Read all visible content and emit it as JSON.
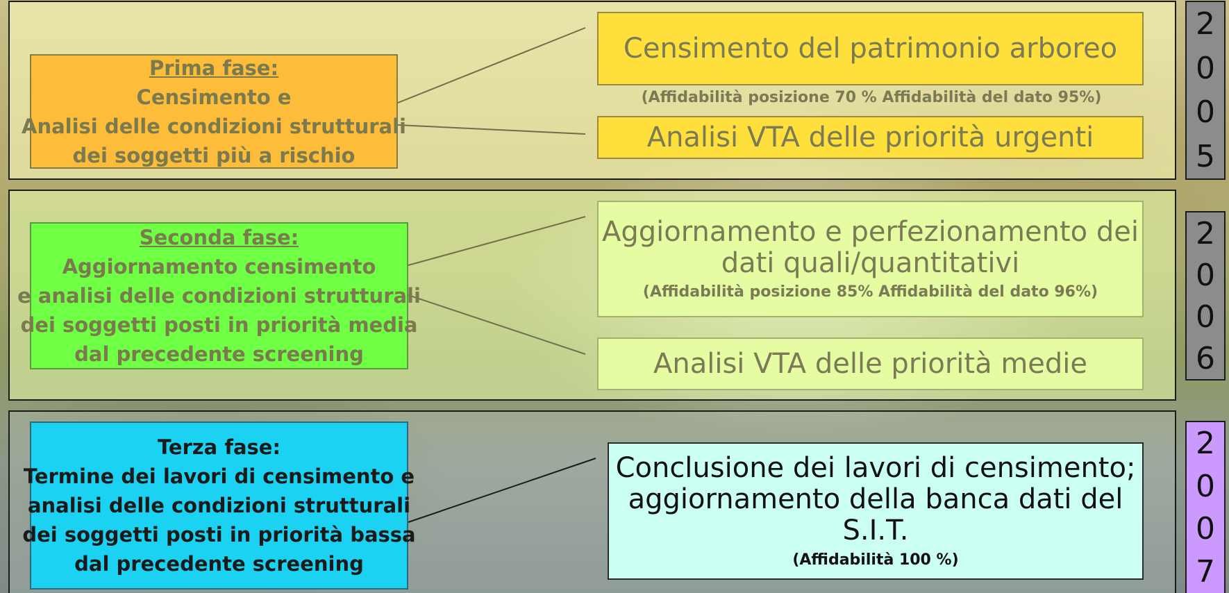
{
  "phases": [
    {
      "title": "Prima fase:",
      "lines": [
        "Censimento e",
        "Analisi delle condizioni strutturali",
        "dei soggetti più a rischio"
      ],
      "year_digits": [
        "2",
        "0",
        "0",
        "5"
      ],
      "outputs": [
        {
          "text": "Censimento del patrimonio arboreo"
        },
        {
          "text": "Analisi VTA delle priorità urgenti"
        }
      ],
      "note": "(Affidabilità posizione 70 % Affidabilità del dato 95%)"
    },
    {
      "title": "Seconda fase:",
      "lines": [
        "Aggiornamento censimento",
        "e analisi delle condizioni strutturali",
        "dei soggetti posti in priorità media",
        "dal precedente screening"
      ],
      "year_digits": [
        "2",
        "0",
        "0",
        "6"
      ],
      "outputs": [
        {
          "text": "Aggiornamento e perfezionamento dei dati quali/quantitativi",
          "note": "(Affidabilità posizione 85% Affidabilità del dato 96%)"
        },
        {
          "text": "Analisi VTA delle priorità medie"
        }
      ]
    },
    {
      "title": "Terza fase:",
      "lines": [
        "Termine dei lavori di censimento e",
        "analisi delle condizioni strutturali",
        "dei soggetti posti in priorità bassa",
        "dal precedente screening"
      ],
      "year_digits": [
        "2",
        "0",
        "0",
        "7"
      ],
      "outputs": [
        {
          "text": "Conclusione dei lavori di censimento; aggiornamento della banca dati del S.I.T.",
          "note": "(Affidabilità 100 %)"
        }
      ]
    }
  ]
}
